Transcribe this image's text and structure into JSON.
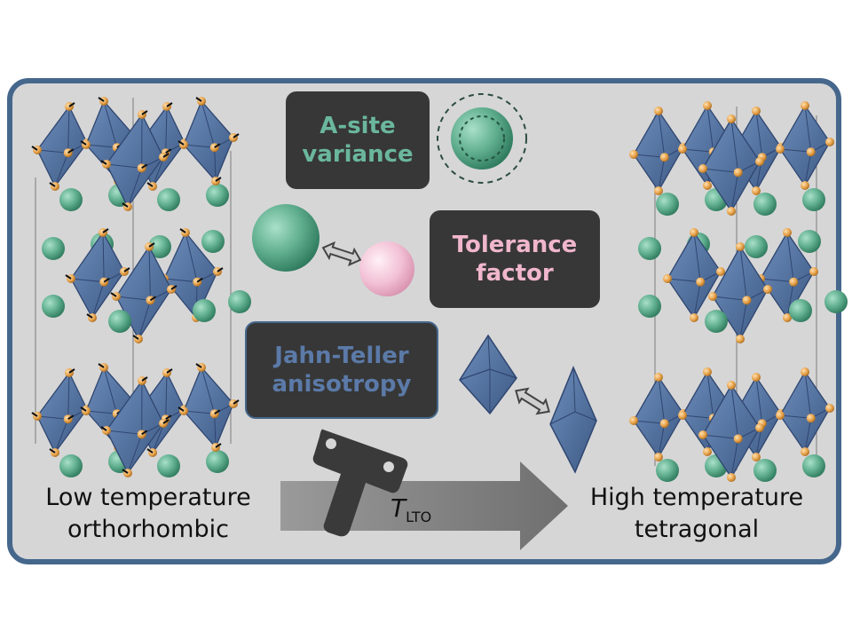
{
  "boxes": {
    "a_site": {
      "line1": "A-site",
      "line2": "variance",
      "color": "#6ab79d"
    },
    "tolerance": {
      "line1": "Tolerance",
      "line2": "factor",
      "color": "#f0b6cc"
    },
    "jahn_teller": {
      "line1": "Jahn-Teller",
      "line2": "anisotropy",
      "color": "#5b7aa8"
    }
  },
  "captions": {
    "left_line1": "Low temperature",
    "left_line2": "orthorhombic",
    "right_line1": "High temperature",
    "right_line2": "tetragonal"
  },
  "arrow_label": {
    "symbol": "T",
    "subscript": "LTO"
  },
  "colors": {
    "panel_bg": "#d6d6d7",
    "panel_border": "#46678c",
    "octahedron": "#4e6d9a",
    "green_atom": "#5fae8e",
    "pink_atom": "#f2c0d4",
    "oxygen_atom": "#e6a24a"
  }
}
